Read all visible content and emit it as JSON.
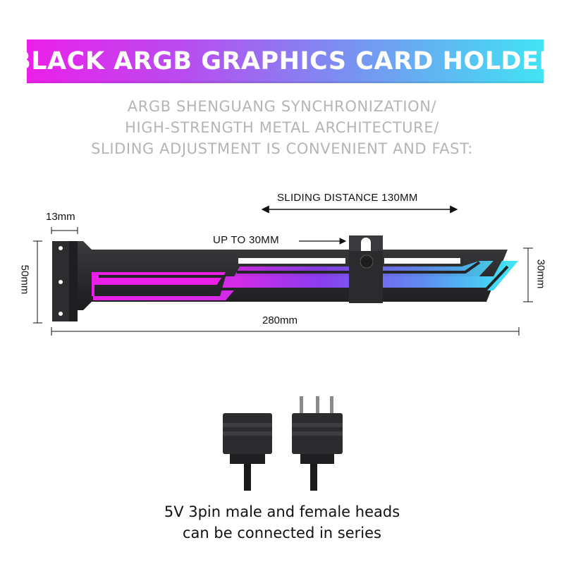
{
  "banner": {
    "title": "BLACK ARGB GRAPHICS CARD HOLDER"
  },
  "subtitle_lines": [
    "ARGB SHENGUANG SYNCHRONIZATION/",
    "HIGH-STRENGTH METAL ARCHITECTURE/",
    "SLIDING ADJUSTMENT IS CONVENIENT AND FAST:"
  ],
  "diagram": {
    "sliding_distance": "SLIDING DISTANCE 130MM",
    "up_to": "UP TO 30MM",
    "width_13": "13mm",
    "height_50": "50mm",
    "height_30": "30mm",
    "length_280": "280mm"
  },
  "caption": {
    "line1": "5V 3pin male and female heads",
    "line2": "can be connected in series"
  },
  "colors": {
    "magenta": "#ec1fe9",
    "purple": "#8a3cf0",
    "cyan": "#41e3f3",
    "holder_body": "#2a2a2c"
  }
}
